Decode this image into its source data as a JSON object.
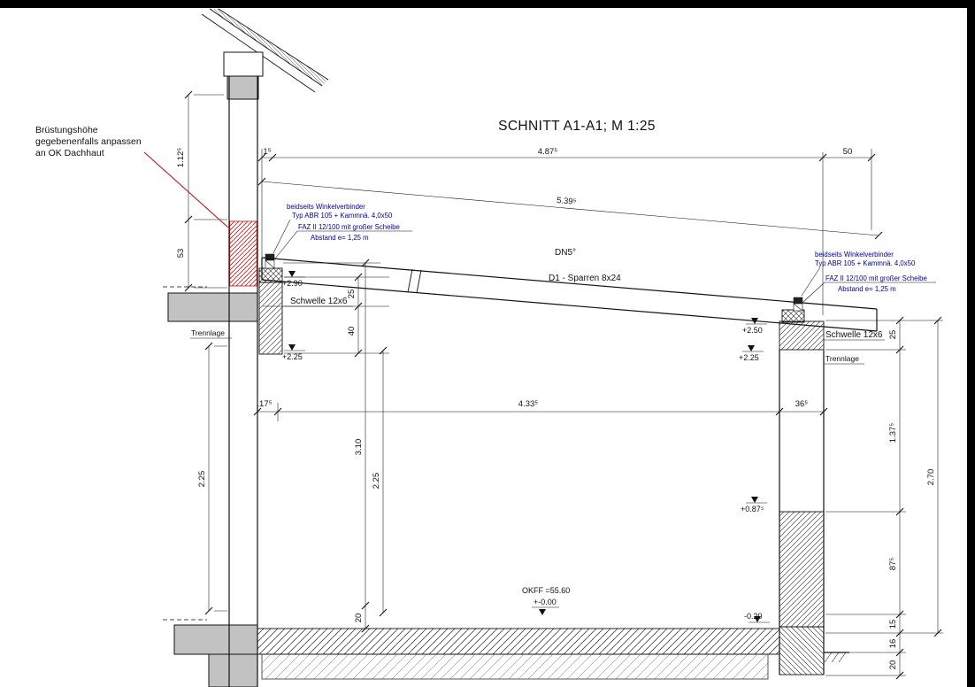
{
  "title": "SCHNITT A1-A1; M 1:25",
  "note": {
    "line1": "Brüstungshöhe",
    "line2": "gegebenenfalls anpassen",
    "line3": "an OK Dachhaut"
  },
  "connector_left": {
    "line1": "beidseits Winkelverbinder",
    "line2": "Typ ABR 105 + Kammnä. 4,0x50",
    "line3": "FAZ II 12/100 mit großer Scheibe",
    "line4": "Abstand e= 1,25 m"
  },
  "connector_right": {
    "line1": "beidseits Winkelverbinder",
    "line2": "Typ ABR 105 + Kammnä. 4,0x50",
    "line3": "FAZ II 12/100 mit großer Scheibe",
    "line4": "Abstand e= 1,25 m"
  },
  "labels": {
    "roof_pitch": "DN5°",
    "rafter": "D1 - Sparren 8x24",
    "sill_left": "Schwelle  12x6",
    "sill_right": "Schwelle 12x6",
    "separation_left": "Trennlage",
    "separation_right": "Trennlage",
    "floor_level": "OKFF =55.60",
    "floor_zero": "+-0.00"
  },
  "dims": {
    "top_left": "1⁵",
    "top_main": "4.87⁵",
    "top_right": "50",
    "slope": "5.39⁵",
    "left_v1": "1.12⁵",
    "left_v2": "53",
    "left_v3": "2.25",
    "mid_v1": "25",
    "mid_v2": "40",
    "mid_v3": "3.10",
    "mid_v4": "2.25",
    "mid_v5": "20",
    "mid_h1": ".17⁵",
    "mid_h2": "4.33⁵",
    "mid_h3": "36⁵",
    "right_v1": "25",
    "right_v2": "1.37⁵",
    "right_v3": "87⁵",
    "right_v4": "15",
    "right_v5": "16",
    "right_v6": "20",
    "right_total": "2.70"
  },
  "elevations": {
    "left_top": "+2.90",
    "left_low": "+2.25",
    "right_top": "+2.50",
    "right_mid": "+2.25",
    "right_low": "+0.87⁵",
    "right_floor": "-0.20"
  },
  "colors": {
    "annotation_red": "#c11212",
    "annotation_blue": "#0000a0",
    "fill_gray": "#c2c2c2",
    "line": "#111111"
  }
}
